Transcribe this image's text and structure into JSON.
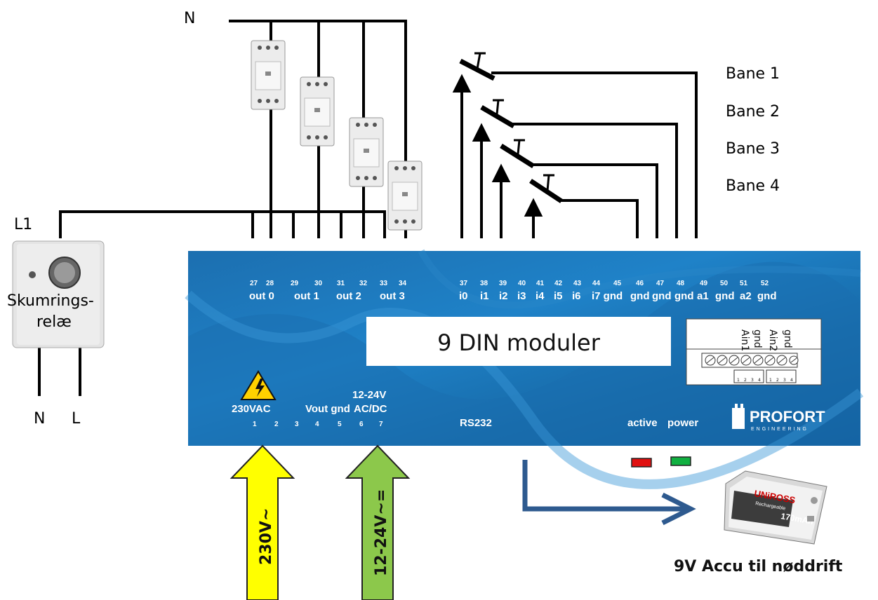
{
  "labels": {
    "neutral_top": "N",
    "l1": "L1",
    "relay_line1": "Skumrings-",
    "relay_line2": "relæ",
    "relay_n": "N",
    "relay_l": "L",
    "banes": [
      "Bane 1",
      "Bane 2",
      "Bane 3",
      "Bane 4"
    ],
    "module_title": "9 DIN moduler",
    "arrow_230": "230V~",
    "arrow_1224": "12-24V~=",
    "battery_caption": "9V Accu til nøddrift",
    "battery_brand": "UNiROSS",
    "battery_sub": "Rechargeable",
    "battery_cap": "170mAh"
  },
  "module": {
    "top_numbers": [
      "27",
      "28",
      "29",
      "30",
      "31",
      "32",
      "33",
      "34",
      "37",
      "38",
      "39",
      "40",
      "41",
      "42",
      "43",
      "44",
      "45",
      "46",
      "47",
      "48",
      "49",
      "50",
      "51",
      "52"
    ],
    "top_labels": [
      "out 0",
      "out 1",
      "out 2",
      "out 3",
      "i0",
      "i1",
      "i2",
      "i3",
      "i4",
      "i5",
      "i6",
      "i7 gnd",
      "gnd",
      "gnd",
      "gnd",
      "a1",
      "gnd",
      "a2",
      "gnd"
    ],
    "bottom_voltage": "230VAC",
    "bottom_numbers": [
      "1",
      "2",
      "3",
      "4",
      "5",
      "6",
      "7"
    ],
    "vout_gnd": "Vout gnd",
    "dc_label_1": "12-24V",
    "dc_label_2": "AC/DC",
    "rs232": "RS232",
    "active": "active",
    "power": "power",
    "brand": "PROFORT",
    "brand_sub": "ENGINEERING",
    "connector_labels": [
      "Ain1",
      "gnd",
      "Ain2",
      "gnd"
    ],
    "connector_pins": [
      "1",
      "2",
      "3",
      "4",
      "1",
      "2",
      "3",
      "4"
    ]
  },
  "colors": {
    "panel": "#1a73b8",
    "arrow_230": "#ffff00",
    "arrow_1224": "#8cc84b",
    "battery_arrow": "#2e5a8f",
    "led_active": "#e01010",
    "led_power": "#10b040"
  }
}
